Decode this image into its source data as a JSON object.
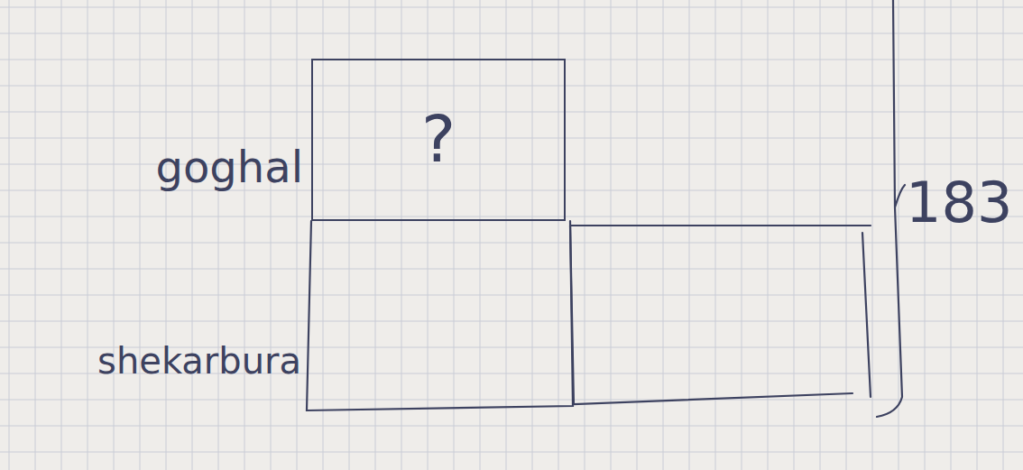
{
  "diagram": {
    "nodes": [
      {
        "text": [
          "?"
        ]
      }
    ],
    "labels": [
      "goghal",
      "shekarbura",
      "183"
    ]
  }
}
